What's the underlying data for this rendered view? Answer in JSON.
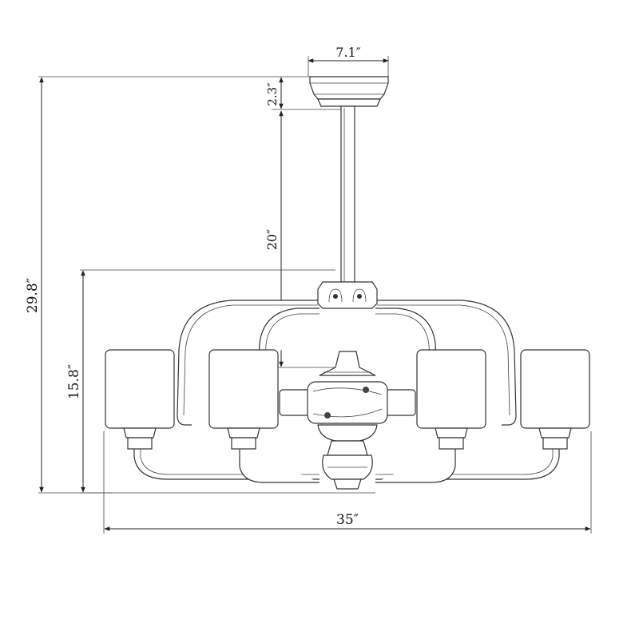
{
  "drawing": {
    "subject": "",
    "dimensions": {
      "canopy_width": "7.1″",
      "canopy_height": "2.3″",
      "downrod_length": "20″",
      "overall_height": "29.8″",
      "fixture_height": "15.8″",
      "overall_width": "35″"
    },
    "shade_count": 4
  }
}
